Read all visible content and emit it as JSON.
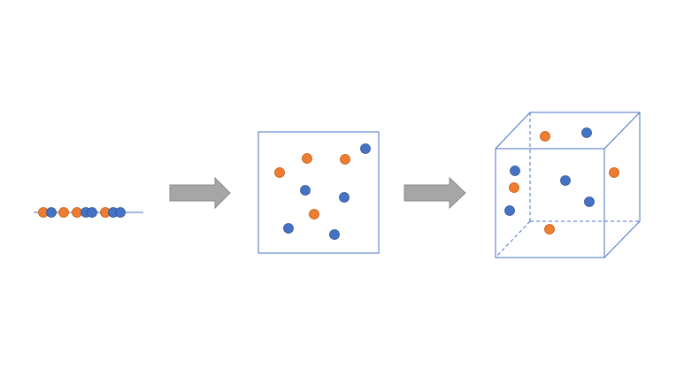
{
  "colors": {
    "background": "#ffffff",
    "class_a": "#ED7D31",
    "class_b": "#4472C4",
    "frame": "#4472C4",
    "arrow_fill": "#A6A6A6",
    "arrow_stroke": "#7F7F7F"
  },
  "panels": [
    {
      "kind": "1d-line",
      "points": [
        {
          "class": "a"
        },
        {
          "class": "b"
        },
        {
          "class": "a"
        },
        {
          "class": "a"
        },
        {
          "class": "b"
        },
        {
          "class": "b"
        },
        {
          "class": "a"
        },
        {
          "class": "b"
        },
        {
          "class": "b"
        }
      ]
    },
    {
      "kind": "2d-square",
      "points": [
        {
          "class": "a"
        },
        {
          "class": "a"
        },
        {
          "class": "a"
        },
        {
          "class": "b"
        },
        {
          "class": "b"
        },
        {
          "class": "b"
        },
        {
          "class": "a"
        },
        {
          "class": "b"
        },
        {
          "class": "b"
        }
      ]
    },
    {
      "kind": "3d-cube",
      "points": [
        {
          "class": "a"
        },
        {
          "class": "b"
        },
        {
          "class": "b"
        },
        {
          "class": "a"
        },
        {
          "class": "b"
        },
        {
          "class": "b"
        },
        {
          "class": "b"
        },
        {
          "class": "a"
        },
        {
          "class": "a"
        }
      ]
    }
  ],
  "arrows": [
    {
      "icon": "right-arrow-icon"
    },
    {
      "icon": "right-arrow-icon"
    }
  ]
}
